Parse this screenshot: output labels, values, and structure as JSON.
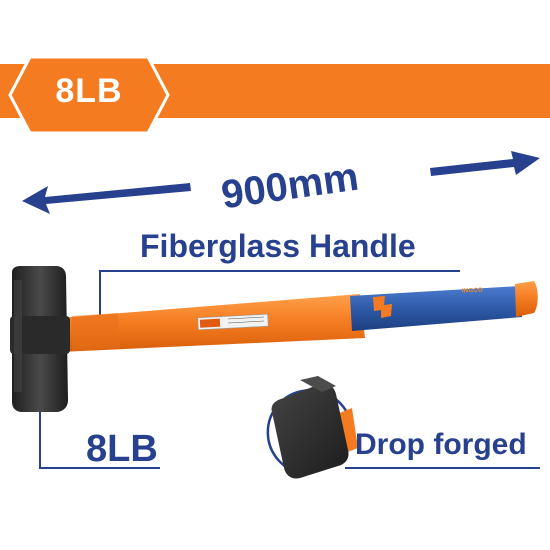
{
  "header_band": {
    "weight": "8LB",
    "color": "#f47b20"
  },
  "dimension": {
    "length": "900mm"
  },
  "callouts": {
    "handle": "Fiberglass Handle",
    "weight": "8LB",
    "forging": "Drop forged"
  },
  "hammer_brand": "INGCO",
  "colors": {
    "accent_orange": "#f47b20",
    "accent_blue": "#27418f",
    "handle_blue": "#2e5aa8",
    "head_dark": "#2b2b2b"
  }
}
